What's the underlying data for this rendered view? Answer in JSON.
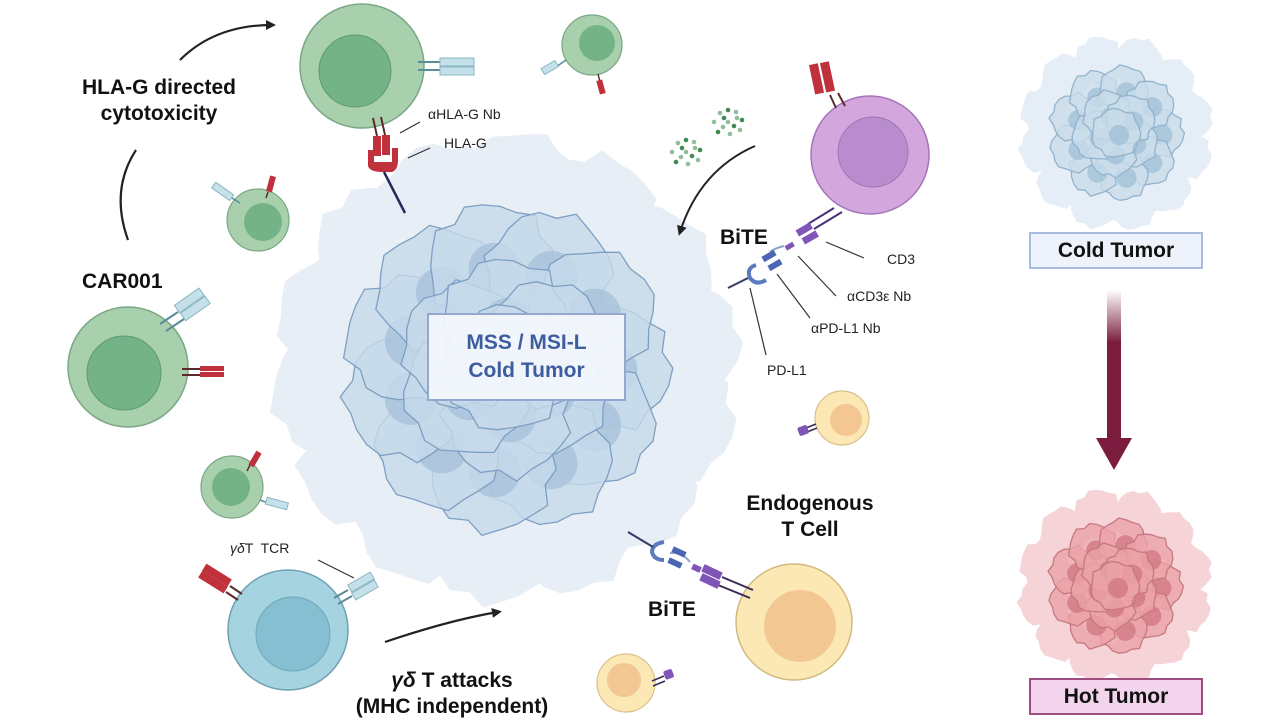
{
  "title": "Immunotherapy strategies converting cold tumor to hot tumor",
  "central_tumor": {
    "label_line1": "MSS / MSI-L",
    "label_line2": "Cold Tumor"
  },
  "labels": {
    "hla_g_directed_line1": "HLA-G directed",
    "hla_g_directed_line2": "cytotoxicity",
    "car001": "CAR001",
    "ahla_g_nb": "αHLA-G Nb",
    "hla_g": "HLA-G",
    "bite_top": "BiTE",
    "cd3": "CD3",
    "acd3e_nb": "αCD3ε Nb",
    "apdl1_nb": "αPD-L1 Nb",
    "pdl1": "PD-L1",
    "gd_tcr_greek": "γδ",
    "gd_tcr_rest": "T  TCR",
    "gd_attacks_greek": "γδ",
    "gd_attacks_rest": " T attacks",
    "gd_attacks_line2": "(MHC independent)",
    "endogenous_line1": "Endogenous",
    "endogenous_line2": "T Cell",
    "bite_bottom": "BiTE"
  },
  "right_panel": {
    "cold_label": "Cold Tumor",
    "hot_label": "Hot Tumor",
    "transition": "cold-to-hot"
  },
  "colors": {
    "car_cell": "#a9d0ad",
    "car_nucleus": "#74b287",
    "car_border": "#7aa884",
    "t_cell_purple": "#d3a6de",
    "t_nucleus_purple": "#b98ccd",
    "endogenous_cell": "#fbe8b4",
    "endogenous_nucleus": "#f2c792",
    "gd_cell": "#a6d3e0",
    "gd_nucleus": "#86bfd1",
    "tumor_cold": "#b9d0e2",
    "tumor_hot": "#e8999e",
    "hla_g_red": "#c0313c",
    "bite_blue": "#4a66b3",
    "bite_purple": "#8155b8",
    "arrow_maroon": "#7b1c3e",
    "cold_box_border": "#a9bcdf",
    "hot_box_border": "#9c4c7e"
  }
}
